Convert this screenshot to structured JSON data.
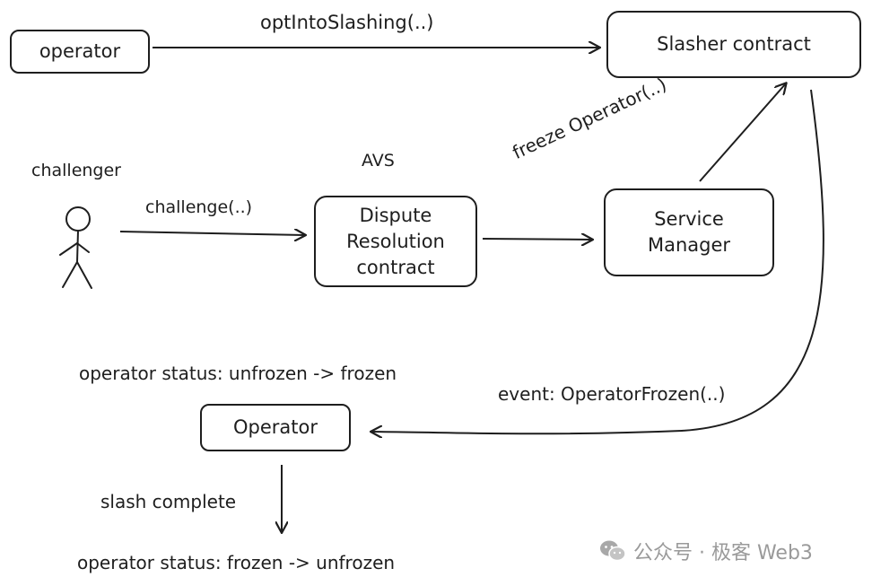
{
  "nodes": {
    "operator_top": "operator",
    "slasher": "Slasher contract",
    "dispute": "Dispute\nResolution\ncontract",
    "service_manager": "Service\nManager",
    "operator_bottom": "Operator"
  },
  "labels": {
    "opt_into": "optIntoSlashing(..)",
    "challenger": "challenger",
    "avs": "AVS",
    "challenge": "challenge(..)",
    "freeze": "freeze Operator(..)",
    "status_frozen": "operator status: unfrozen -> frozen",
    "event": "event: OperatorFrozen(..)",
    "slash_complete": "slash complete",
    "status_unfrozen": "operator status: frozen -> unfrozen"
  },
  "watermark": {
    "text": "公众号 · 极客 Web3",
    "icon": "wechat-icon"
  }
}
